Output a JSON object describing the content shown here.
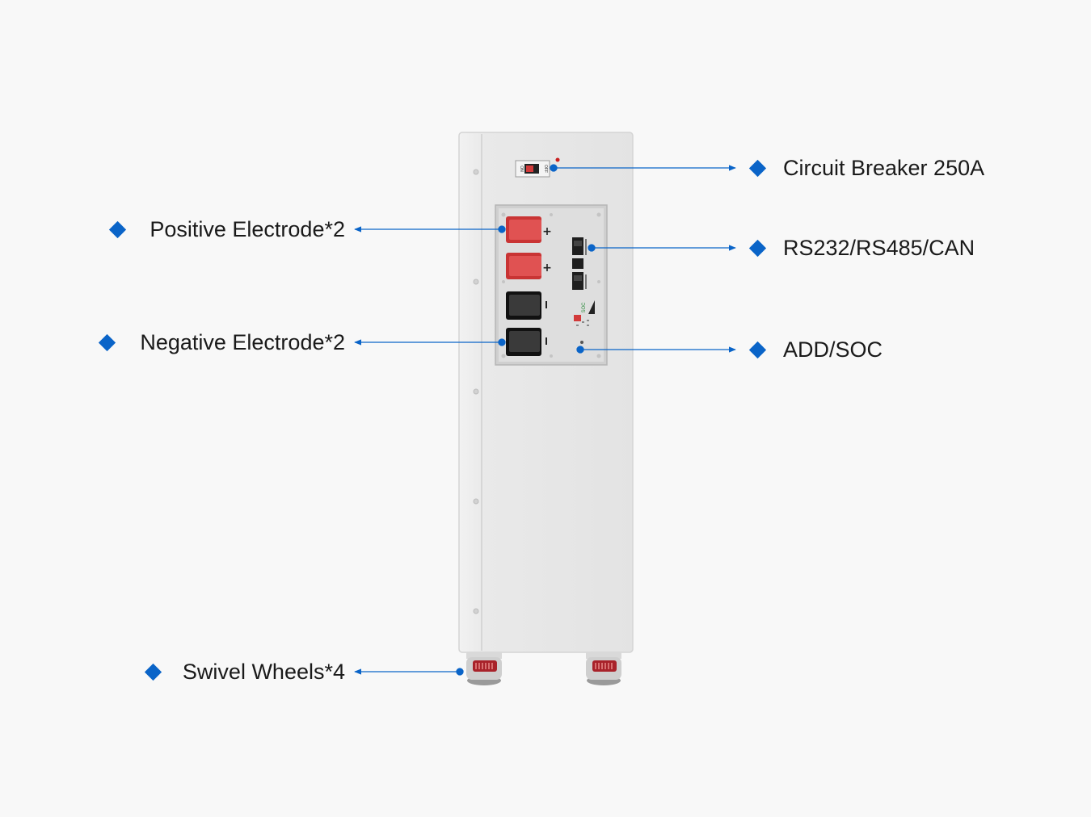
{
  "callouts": {
    "circuit_breaker": "Circuit Breaker 250A",
    "comm_ports": "RS232/RS485/CAN",
    "add_soc": "ADD/SOC",
    "positive": "Positive Electrode*2",
    "negative": "Negative Electrode*2",
    "wheels": "Swivel Wheels*4"
  },
  "breaker": {
    "on": "ON",
    "off": "OFF"
  },
  "panel": {
    "plus": "+",
    "minus": "-",
    "soc": "SOC"
  },
  "colors": {
    "accent": "#0a64c8",
    "cabinet": "#e8e8e8",
    "positive_terminal": "#e05252",
    "negative_terminal": "#3a3a3a",
    "wheel_red": "#a8222a"
  }
}
